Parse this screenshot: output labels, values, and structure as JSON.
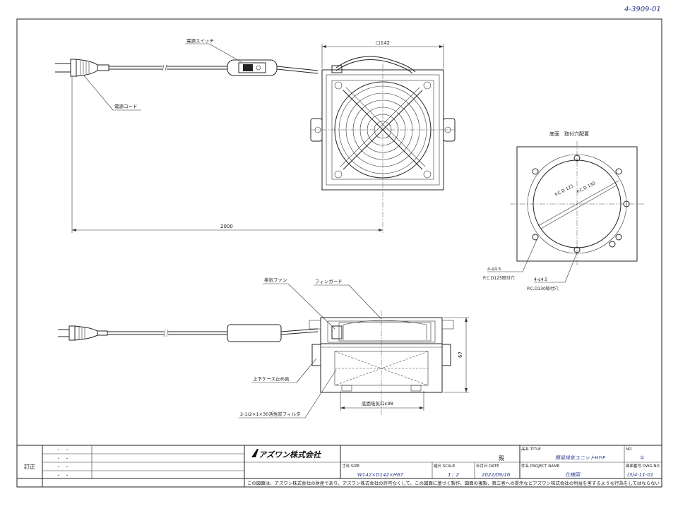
{
  "drawing_number": "4-3909-01",
  "labels": {
    "power_switch": "電源スイッチ",
    "power_cord": "電源コード",
    "cord_length": "2000",
    "top_width": "□142",
    "fan": "排気ファン",
    "fan_guard": "フィンガード",
    "height": "67",
    "bottom_opening": "底面吸気口¢98",
    "suction_cup": "上下ケース止め具",
    "filter": "2-1/2×1×30活性炭フィルタ",
    "mount_view_title": "底面　取付穴配置",
    "pcd_inner": "P.C.D 125",
    "pcd_outer": "P.C.D 130",
    "hole_note_1a": "4-¢4.5",
    "hole_note_1b": "P.C.D125取付穴",
    "hole_note_2a": "4-¢4.5",
    "hole_note_2b": "P.C.D130取付穴"
  },
  "title_block": {
    "revision_label": "訂正",
    "dots": "・　・",
    "company": "アズワン株式会社",
    "ko": "殿",
    "name_label": "品名 TITLE",
    "name_value": "簡易排気ユニットHY-F",
    "no_label": "NO",
    "no_value": "①",
    "size_label": "寸法 SIZE",
    "size_value": "W142×D142×H67",
    "scale_label": "縮尺 SCALE",
    "scale_value": "1：2",
    "date_label": "年月日 DATE",
    "date_value": "2022/09/16",
    "project_label": "件名 PROJECT NAME",
    "project_value": "仕様図",
    "dwg_label": "図面番号 DWG.NO",
    "dwg_value": "(3)4-11-01",
    "footer": "この図面は、アズワン株式会社の財産であり、アズワン株式会社の許可なくして、この図面に基づく製作、図面の複製、第三者への提示などアズワン株式会社の利益を害するような行為をしてはならない"
  }
}
